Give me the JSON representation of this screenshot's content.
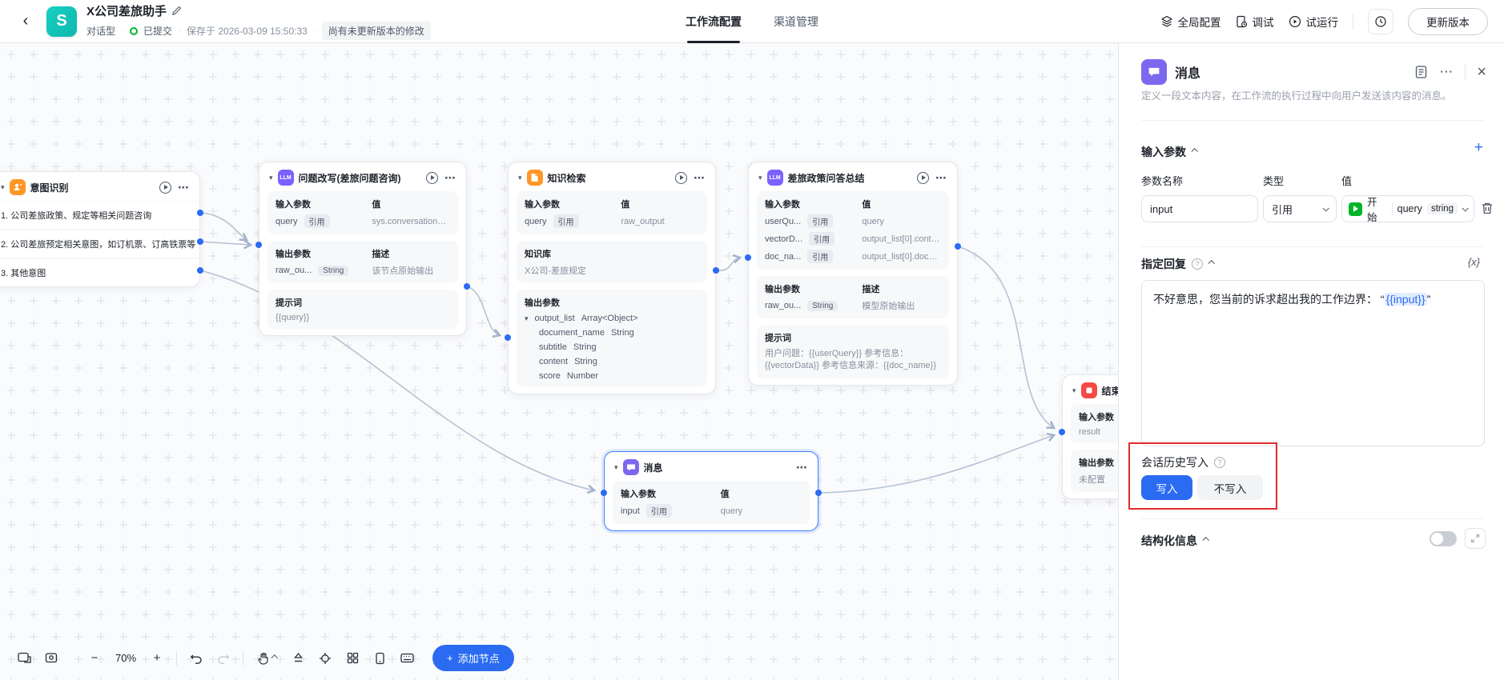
{
  "header": {
    "title": "X公司差旅助手",
    "subtitle": {
      "type": "对话型",
      "status": "已提交",
      "saved": "保存于 2026-03-09 15:50:33",
      "badge": "尚有未更新版本的修改"
    },
    "tabs": [
      {
        "label": "工作流配置"
      },
      {
        "label": "渠道管理"
      }
    ],
    "actions": {
      "global": "全局配置",
      "debug": "调试",
      "run": "试运行",
      "update": "更新版本"
    }
  },
  "icons": {
    "back": "‹",
    "more": "⋯",
    "close": "×",
    "caret": "▾",
    "minus": "−",
    "plus": "+",
    "fx": "{x}",
    "llm": "LLM"
  },
  "canvas": {
    "nodes": {
      "intent": {
        "title": "意图识别",
        "items": [
          "1. 公司差旅政策、规定等相关问题咨询",
          "2. 公司差旅预定相关意图，如订机票、订高铁票等",
          "3. 其他意图"
        ]
      },
      "rewrite": {
        "title": "问题改写(差旅问题咨询)",
        "in_label": "输入参数",
        "val_label": "值",
        "in_name": "query",
        "in_tag": "引用",
        "in_val": "sys.conversation_hi...",
        "out_label": "输出参数",
        "desc_label": "描述",
        "out_name": "raw_ou...",
        "out_tag": "String",
        "out_val": "该节点原始输出",
        "prompt_label": "提示词",
        "prompt": "{{query}}"
      },
      "retrieval": {
        "title": "知识检索",
        "in_label": "输入参数",
        "val_label": "值",
        "in_name": "query",
        "in_tag": "引用",
        "in_val": "raw_output",
        "kb_label": "知识库",
        "kb": "X公司-差旅规定",
        "out_label": "输出参数",
        "root": "output_list",
        "root_type": "Array<Object>",
        "fields": [
          {
            "name": "document_name",
            "type": "String"
          },
          {
            "name": "subtitle",
            "type": "String"
          },
          {
            "name": "content",
            "type": "String"
          },
          {
            "name": "score",
            "type": "Number"
          }
        ]
      },
      "summary": {
        "title": "差旅政策问答总结",
        "in_label": "输入参数",
        "val_label": "值",
        "rows": [
          {
            "name": "userQu...",
            "tag": "引用",
            "val": "query"
          },
          {
            "name": "vectorD...",
            "tag": "引用",
            "val": "output_list[0].content"
          },
          {
            "name": "doc_na...",
            "tag": "引用",
            "val": "output_list[0].docum..."
          }
        ],
        "out_label": "输出参数",
        "desc_label": "描述",
        "out_name": "raw_ou...",
        "out_tag": "String",
        "out_val": "模型原始输出",
        "prompt_label": "提示词",
        "prompt": "用户问题：{{userQuery}} 参考信息：{{vectorData}} 参考信息来源：{{doc_name}}"
      },
      "message": {
        "title": "消息",
        "in_label": "输入参数",
        "val_label": "值",
        "in_name": "input",
        "in_tag": "引用",
        "in_val": "query"
      },
      "end": {
        "title": "结束",
        "in_label": "输入参数",
        "in_val": "result",
        "out_label": "输出参数",
        "out_val": "未配置"
      }
    },
    "toolbar": {
      "zoom": "70%",
      "add_node": "添加节点"
    }
  },
  "panel": {
    "title": "消息",
    "description": "定义一段文本内容，在工作流的执行过程中向用户发送该内容的消息。",
    "inputs": {
      "title": "输入参数",
      "col_name": "参数名称",
      "col_type": "类型",
      "col_value": "值",
      "name": "input",
      "type": "引用",
      "src_node": "开始",
      "src_param": "query",
      "src_type": "string"
    },
    "reply": {
      "title": "指定回复",
      "before": "不好意思，您当前的诉求超出我的工作边界： “",
      "variable": "{{input}}",
      "after": "”"
    },
    "history": {
      "title": "会话历史写入",
      "write": "写入",
      "no_write": "不写入"
    },
    "structured": {
      "title": "结构化信息"
    }
  },
  "colors": {
    "accent": "#2a6bf2",
    "annotation": "#e02b2b",
    "node_llm": "#7b61ff",
    "node_orange": "#ff9626",
    "node_red": "#f54a45",
    "start_green": "#00b42a",
    "app_teal": "#0fb8ad"
  }
}
